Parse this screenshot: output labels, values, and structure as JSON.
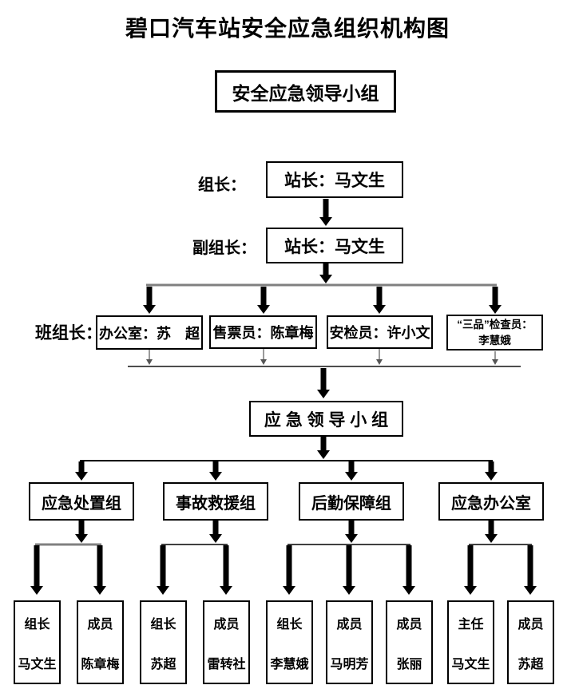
{
  "title": "碧口汽车站安全应急组织机构图",
  "top_box": "安全应急领导小组",
  "leader": {
    "label": "组长：",
    "value": "站长：马文生"
  },
  "deputy": {
    "label": "副组长：",
    "value": "站长：马文生"
  },
  "foremen": {
    "label": "班组长：",
    "office": "办公室：苏　超",
    "ticketing": "售票员：陈章梅",
    "security": "安检员：许小文",
    "inspector_line1": "“三品”检查员：",
    "inspector_line2": "李慧娥"
  },
  "middle_box": "应 急 领 导 小 组",
  "groups": [
    {
      "name": "应急处置组",
      "members": [
        {
          "role": "组长",
          "person": "马文生"
        },
        {
          "role": "成员",
          "person": "陈章梅"
        }
      ]
    },
    {
      "name": "事故救援组",
      "members": [
        {
          "role": "组长",
          "person": "苏超"
        },
        {
          "role": "成员",
          "person": "雷转社"
        }
      ]
    },
    {
      "name": "后勤保障组",
      "members": [
        {
          "role": "组长",
          "person": "李慧娥"
        },
        {
          "role": "成员",
          "person": "马明芳"
        },
        {
          "role": "成员",
          "person": "张丽"
        }
      ]
    },
    {
      "name": "应急办公室",
      "members": [
        {
          "role": "主任",
          "person": "马文生"
        },
        {
          "role": "成员",
          "person": "苏超"
        }
      ]
    }
  ]
}
